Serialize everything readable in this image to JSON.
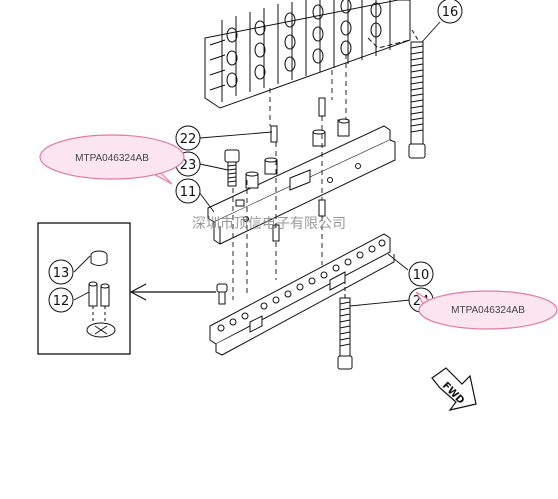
{
  "callouts": [
    "16",
    "22",
    "23",
    "11",
    "10",
    "24",
    "13",
    "12"
  ],
  "bubbles": [
    "MTPA046324AB",
    "MTPA046324AB"
  ],
  "watermark": "深圳市顶信电子有限公司",
  "direction_label": "FWD",
  "colors": {
    "line": "#111111",
    "bubble_stroke": "#e07aa8",
    "bubble_fill": "#fbe6f0",
    "watermark": "#888888"
  }
}
